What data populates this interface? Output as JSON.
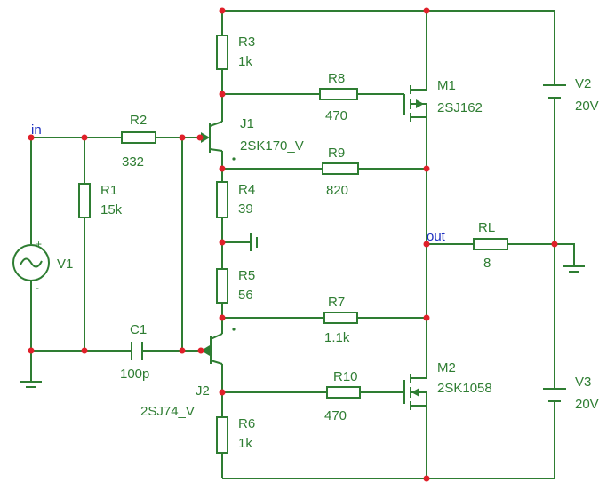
{
  "nets": {
    "in": "in",
    "out": "out"
  },
  "components": {
    "R1": {
      "name": "R1",
      "value": "15k"
    },
    "R2": {
      "name": "R2",
      "value": "332"
    },
    "R3": {
      "name": "R3",
      "value": "1k"
    },
    "R4": {
      "name": "R4",
      "value": "39"
    },
    "R5": {
      "name": "R5",
      "value": "56"
    },
    "R6": {
      "name": "R6",
      "value": "1k"
    },
    "R7": {
      "name": "R7",
      "value": "1.1k"
    },
    "R8": {
      "name": "R8",
      "value": "470"
    },
    "R9": {
      "name": "R9",
      "value": "820"
    },
    "R10": {
      "name": "R10",
      "value": "470"
    },
    "RL": {
      "name": "RL",
      "value": "8"
    },
    "C1": {
      "name": "C1",
      "value": "100p"
    },
    "J1": {
      "name": "J1",
      "value": "2SK170_V"
    },
    "J2": {
      "name": "J2",
      "value": "2SJ74_V"
    },
    "M1": {
      "name": "M1",
      "value": "2SJ162"
    },
    "M2": {
      "name": "M2",
      "value": "2SK1058"
    },
    "V1": {
      "name": "V1",
      "plus": "+",
      "minus": "-"
    },
    "V2": {
      "name": "V2",
      "value": "20V"
    },
    "V3": {
      "name": "V3",
      "value": "20V"
    }
  },
  "colors": {
    "wire": "#2e7d32",
    "junction": "#e0202a",
    "net_label": "#1d2fbf",
    "background": "#ffffff"
  }
}
